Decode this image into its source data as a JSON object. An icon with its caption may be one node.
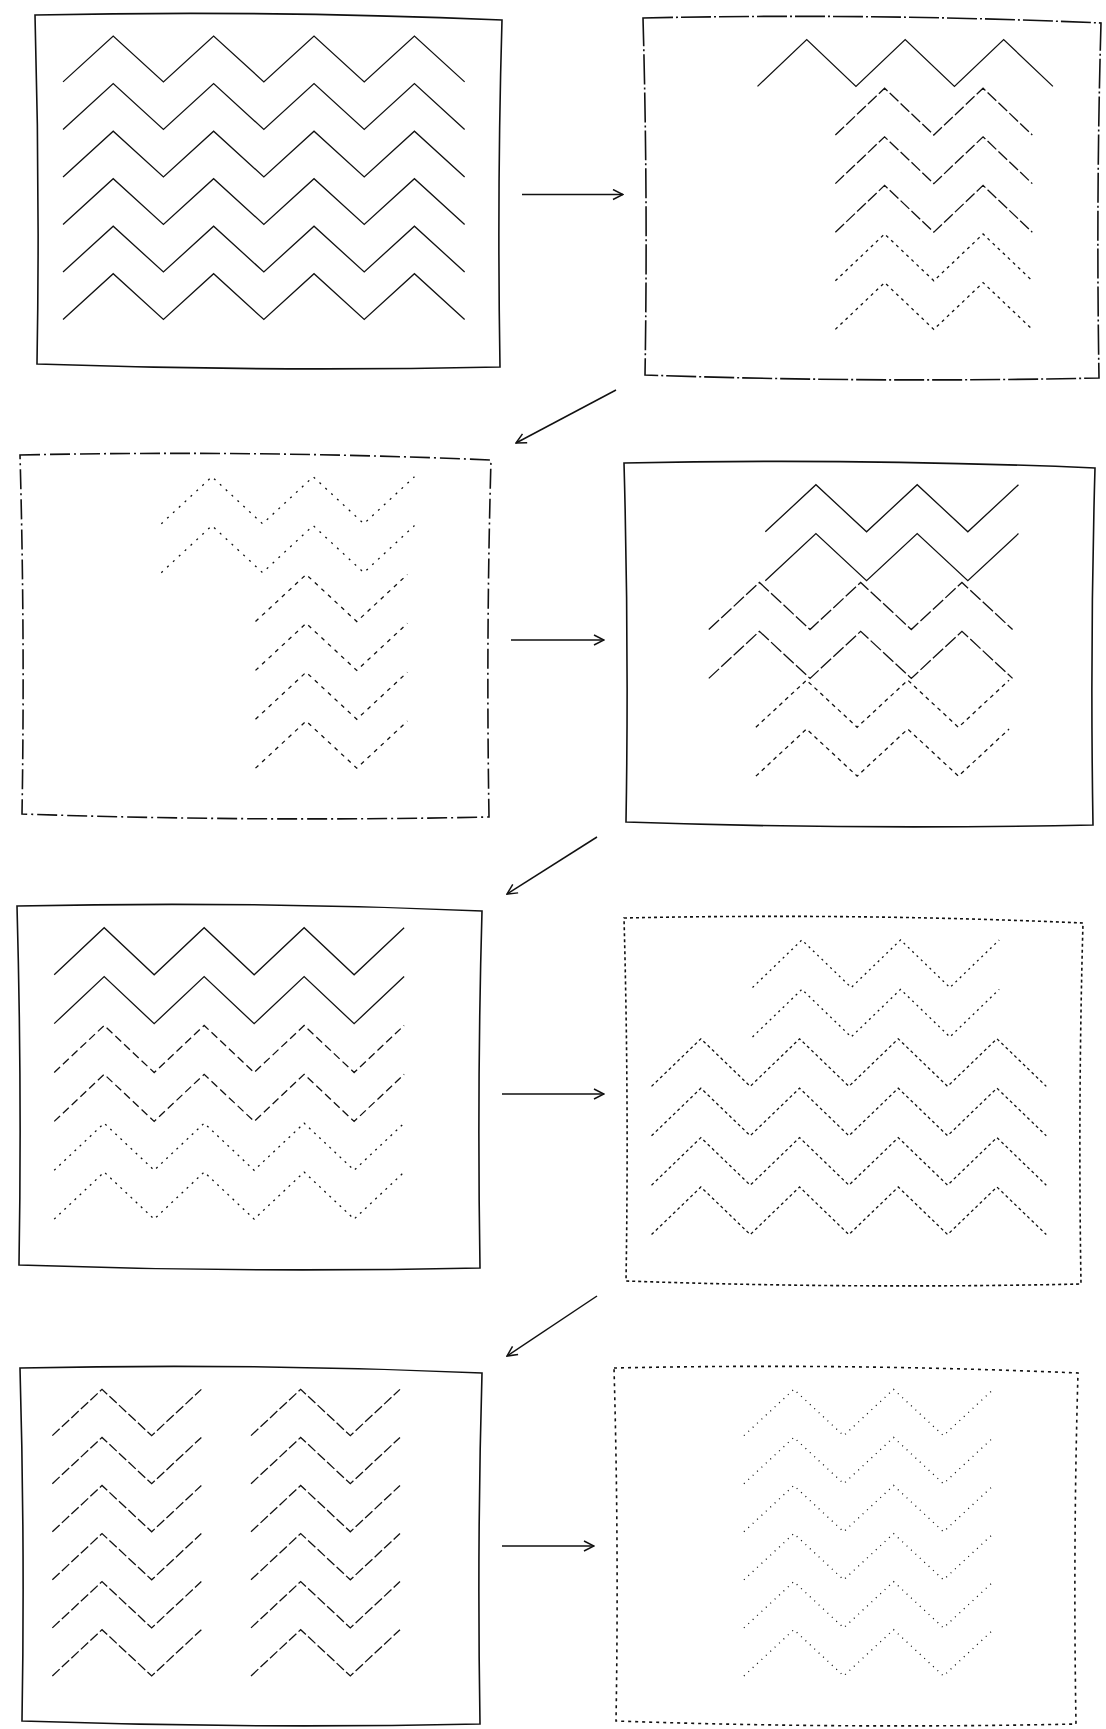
{
  "diagram": {
    "nodes": [
      {
        "text": [],
        "shape": "picture"
      },
      {
        "text": [],
        "shape": "picture"
      },
      {
        "text": [],
        "shape": "picture"
      },
      {
        "text": [],
        "shape": "picture"
      },
      {
        "text": [],
        "shape": "picture"
      },
      {
        "text": [],
        "shape": "picture"
      },
      {
        "text": [],
        "shape": "picture"
      },
      {
        "text": [],
        "shape": "picture"
      }
    ],
    "edges": [
      {
        "from": 0,
        "to": 1,
        "arrow": "to"
      },
      {
        "from": 1,
        "to": 2,
        "arrow": "to"
      },
      {
        "from": 2,
        "to": 3,
        "arrow": "to"
      },
      {
        "from": 3,
        "to": 4,
        "arrow": "to"
      },
      {
        "from": 4,
        "to": 5,
        "arrow": "to"
      },
      {
        "from": 5,
        "to": 6,
        "arrow": "to"
      },
      {
        "from": 6,
        "to": 7,
        "arrow": "to"
      }
    ]
  }
}
